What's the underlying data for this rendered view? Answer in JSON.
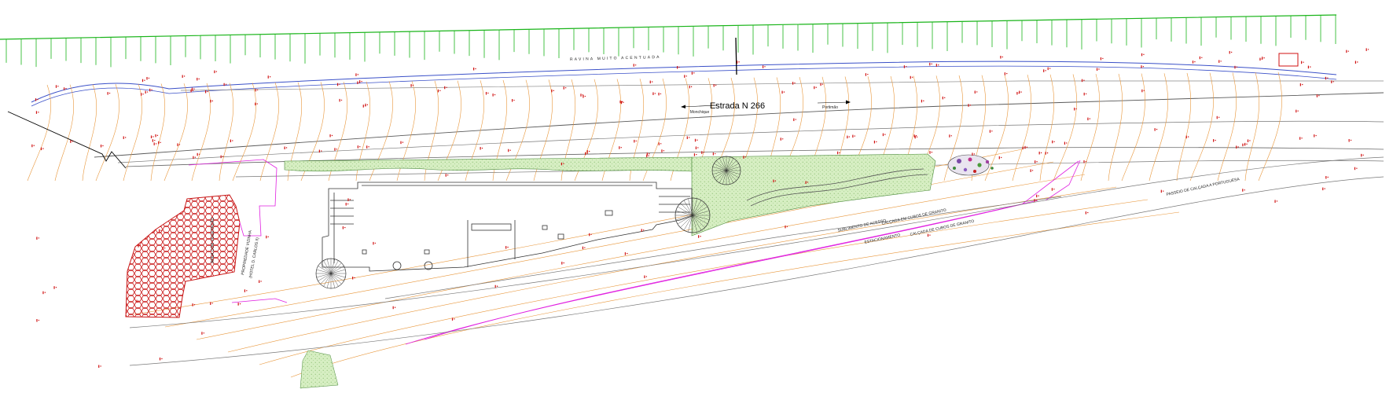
{
  "drawing": {
    "road_label": "Estrada N 266",
    "direction_left": "Monchique",
    "direction_right": "Portimão",
    "ravine_label": "RAVINA MUITO ACENTUADA",
    "neighbour_property_line1": "PROPRIEDADE VIZINHA",
    "neighbour_property_line2": "(HOTEL D. CARLOS II)",
    "hatched_area_label": "ÁREA COM VEGETAÇÃO",
    "access_label": "SUBLIMENTO DE ACESSO",
    "parking_label": "ESTACIONAMENTO",
    "granite_pavement_1": "CALÇADA EM CUBOS DE GRANITO",
    "granite_pavement_2": "CALÇADA DE CUBOS DE GRANITO",
    "sidewalk_label": "PASSEIO DE CALÇADA A PORTUGUESA"
  },
  "colors": {
    "contour": "#e8963a",
    "ravine_hatch": "#19b419",
    "boundary": "#e020e0",
    "hatch_area": "#c81414",
    "garden": "#c8e6b0",
    "road_edge": "#5a5a5a",
    "water": "#3a50c8",
    "elevation_marks": "#d01010"
  }
}
